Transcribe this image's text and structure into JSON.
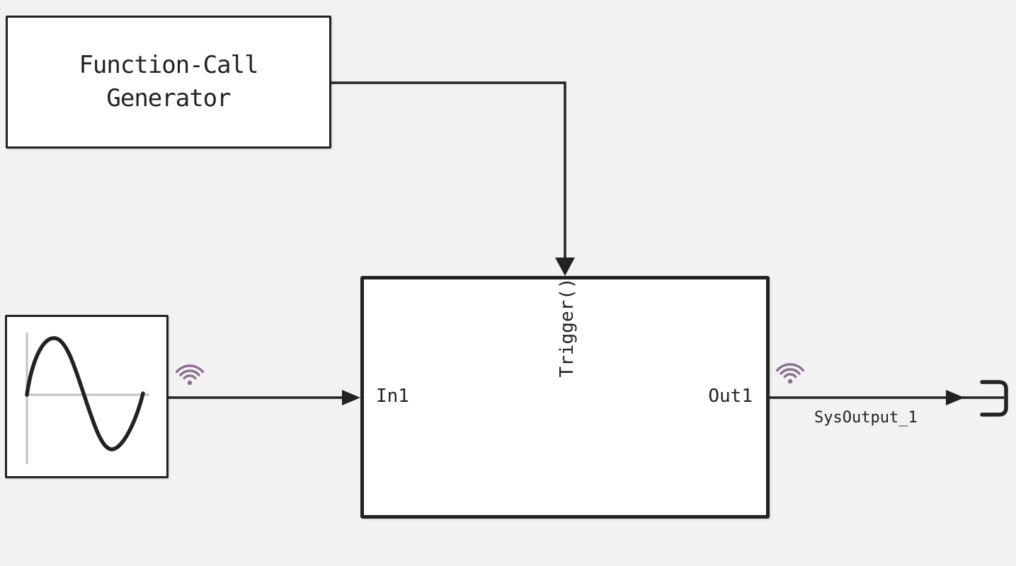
{
  "diagram": {
    "type": "simulink-block-diagram",
    "colors": {
      "background": "#f2f2f2",
      "block_fill": "#ffffff",
      "line": "#242122",
      "logging_badge": "#8a7090",
      "sine_axis": "#c9c9c9"
    },
    "blocks": {
      "function_call_generator": {
        "label_line1": "Function-Call",
        "label_line2": "Generator"
      },
      "sine_wave": {
        "kind": "sine-wave-source"
      },
      "subsystem": {
        "ports": {
          "input": "In1",
          "output": "Out1",
          "trigger": "Trigger()"
        }
      },
      "output_terminal": {
        "kind": "output-port-connector"
      }
    },
    "signals": {
      "output_signal_name": "SysOutput_1"
    },
    "icons": {
      "logging_badge_1": "wifi-signal-logging-icon",
      "logging_badge_2": "wifi-signal-logging-icon"
    }
  }
}
